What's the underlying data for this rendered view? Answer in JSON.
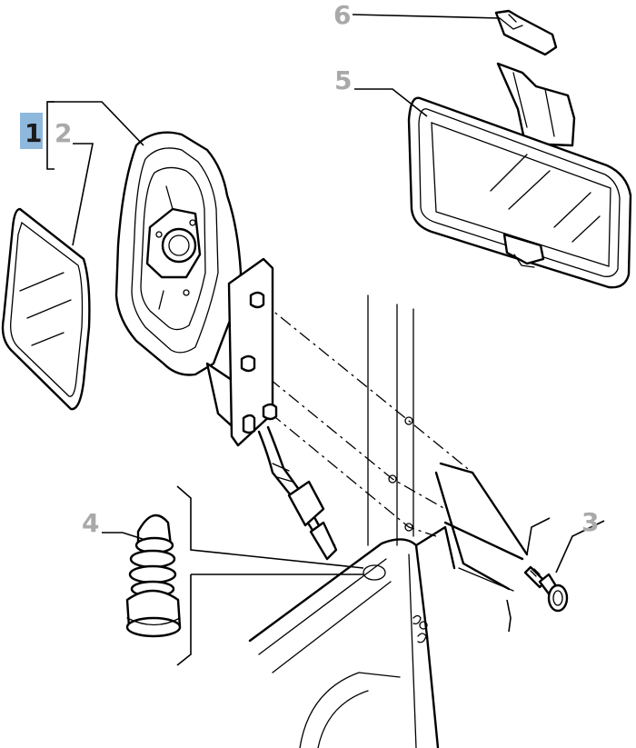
{
  "parts": [
    {
      "ref": "1",
      "selected": true,
      "highlight_color": "#8fb8dd"
    },
    {
      "ref": "2",
      "selected": false
    },
    {
      "ref": "3",
      "selected": false
    },
    {
      "ref": "4",
      "selected": false
    },
    {
      "ref": "5",
      "selected": false
    },
    {
      "ref": "6",
      "selected": false
    }
  ],
  "colors": {
    "callout": "#a9a9a9",
    "callout_selected": "#1a1a1a",
    "highlight": "#8fb8dd",
    "ink": "#000000"
  }
}
